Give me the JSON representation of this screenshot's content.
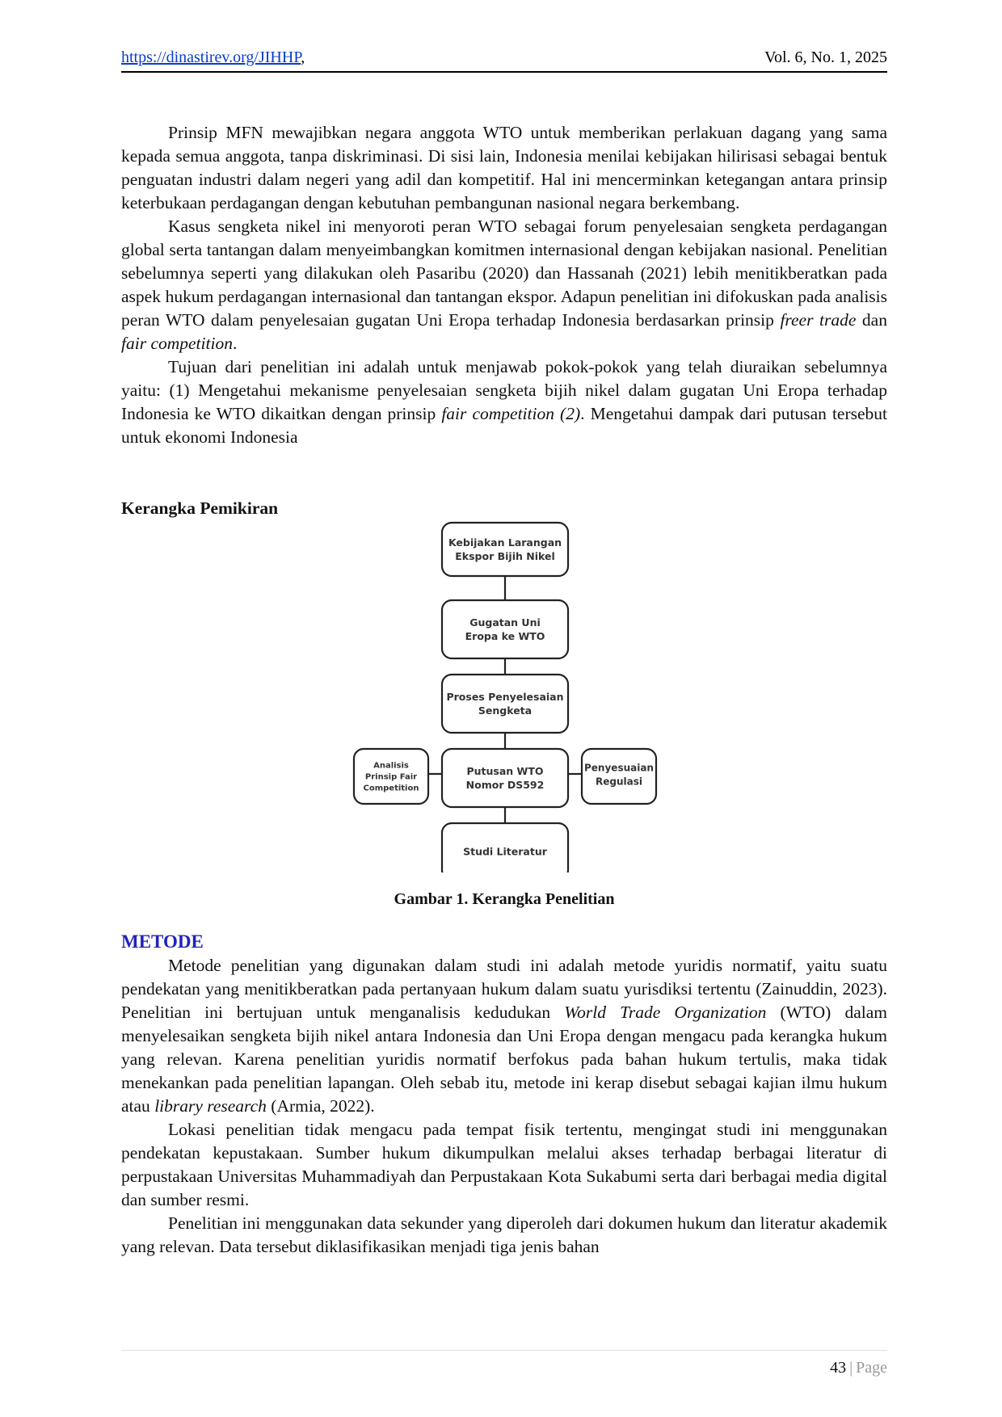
{
  "header": {
    "url": "https://dinastirev.org/JIHHP",
    "url_suffix": ",",
    "volume": "Vol. 6, No. 1, 2025"
  },
  "intro_paragraphs": [
    {
      "id": "p1",
      "parts": [
        {
          "t": "Prinsip MFN mewajibkan negara anggota WTO untuk memberikan perlakuan dagang yang sama kepada semua anggota, tanpa diskriminasi. Di sisi lain, Indonesia menilai kebijakan hilirisasi sebagai bentuk penguatan industri dalam negeri yang adil dan kompetitif. Hal ini mencerminkan ketegangan antara prinsip keterbukaan perdagangan dengan kebutuhan pembangunan nasional negara berkembang."
        }
      ]
    },
    {
      "id": "p2",
      "parts": [
        {
          "t": "Kasus sengketa nikel ini menyoroti peran WTO sebagai forum penyelesaian sengketa perdagangan global serta tantangan dalam menyeimbangkan komitmen internasional dengan kebijakan nasional. Penelitian sebelumnya seperti yang dilakukan oleh Pasaribu (2020) dan Hassanah (2021) lebih menitikberatkan pada aspek hukum perdagangan internasional dan tantangan ekspor. Adapun penelitian ini difokuskan pada analisis peran WTO dalam penyelesaian gugatan Uni Eropa terhadap Indonesia berdasarkan prinsip "
        },
        {
          "t": "freer trade",
          "i": true
        },
        {
          "t": " dan "
        },
        {
          "t": "fair competition",
          "i": true
        },
        {
          "t": "."
        }
      ]
    },
    {
      "id": "p3",
      "parts": [
        {
          "t": "Tujuan dari penelitian ini adalah untuk menjawab pokok-pokok yang telah diuraikan sebelumnya yaitu: (1) Mengetahui mekanisme penyelesaian sengketa bijih nikel dalam gugatan Uni Eropa terhadap Indonesia ke WTO dikaitkan dengan prinsip "
        },
        {
          "t": "fair competition (2)",
          "i": true
        },
        {
          "t": ". Mengetahui dampak dari putusan tersebut untuk ekonomi Indonesia"
        }
      ]
    }
  ],
  "subheading": "Kerangka Pemikiran",
  "figure": {
    "nodes": {
      "n1": [
        "Kebijakan Larangan",
        "Ekspor Bijih Nikel"
      ],
      "n2": [
        "Gugatan Uni",
        "Eropa ke WTO"
      ],
      "n3": [
        "Proses Penyelesaian",
        "Sengketa"
      ],
      "n4": [
        "Putusan WTO",
        "Nomor DS592"
      ],
      "n5": [
        "Studi Literatur"
      ],
      "left": [
        "Analisis",
        "Prinsip Fair",
        "Competition"
      ],
      "right": [
        "Penyesuaian",
        "Regulasi"
      ]
    },
    "caption": "Gambar 1. Kerangka Penelitian"
  },
  "section_title": "METODE",
  "method_paragraphs": [
    {
      "id": "m1",
      "parts": [
        {
          "t": "Metode penelitian yang digunakan dalam studi ini adalah metode yuridis normatif, yaitu suatu pendekatan yang menitikberatkan pada pertanyaan hukum dalam suatu yurisdiksi tertentu (Zainuddin, 2023). Penelitian ini bertujuan untuk menganalisis kedudukan "
        },
        {
          "t": "World Trade Organization",
          "i": true
        },
        {
          "t": " (WTO) dalam menyelesaikan sengketa bijih nikel antara Indonesia dan Uni Eropa dengan mengacu pada kerangka hukum yang relevan. Karena penelitian yuridis normatif berfokus pada bahan hukum tertulis, maka tidak menekankan pada penelitian lapangan. Oleh sebab itu, metode ini kerap disebut sebagai kajian ilmu hukum atau "
        },
        {
          "t": "library research",
          "i": true
        },
        {
          "t": " (Armia, 2022)."
        }
      ]
    },
    {
      "id": "m2",
      "parts": [
        {
          "t": "Lokasi penelitian tidak mengacu pada tempat fisik tertentu, mengingat studi ini menggunakan pendekatan kepustakaan. Sumber hukum dikumpulkan melalui akses terhadap berbagai literatur di perpustakaan Universitas Muhammadiyah dan Perpustakaan Kota Sukabumi serta dari berbagai media digital dan sumber resmi."
        }
      ]
    },
    {
      "id": "m3",
      "parts": [
        {
          "t": "Penelitian ini menggunakan data sekunder yang diperoleh dari dokumen hukum dan literatur akademik yang relevan. Data tersebut diklasifikasikan menjadi tiga jenis bahan"
        }
      ]
    }
  ],
  "footer": {
    "page_number": "43",
    "separator": "|",
    "page_label": "Page"
  }
}
